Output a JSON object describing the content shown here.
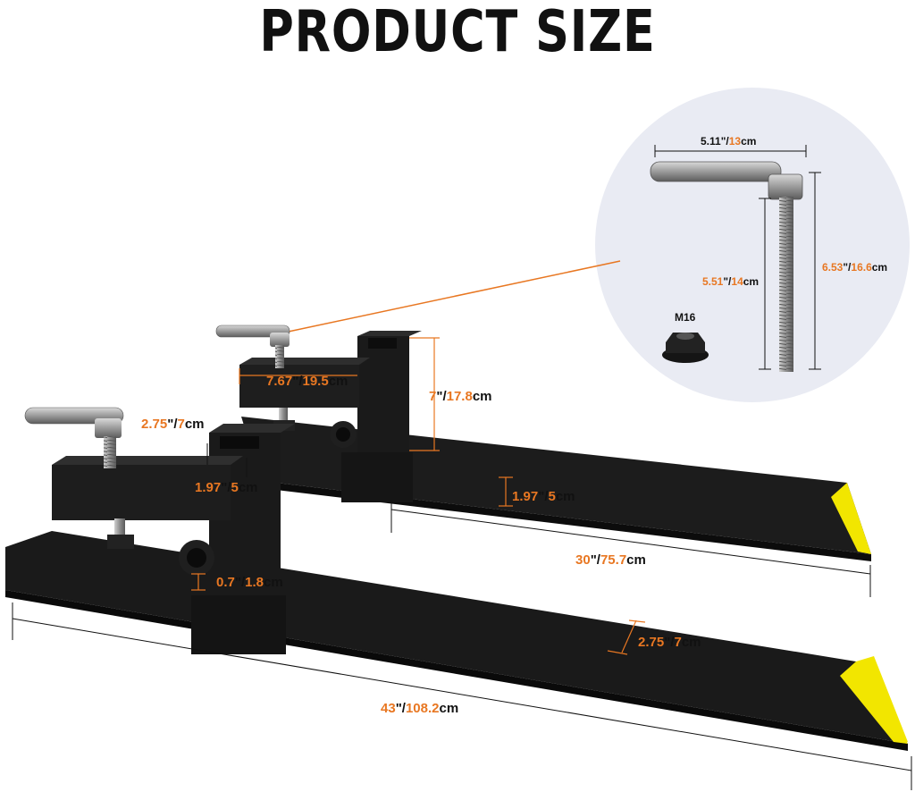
{
  "title": "PRODUCT SIZE",
  "colors": {
    "accent": "#e87722",
    "metal": "#1b1b1b",
    "tip": "#f2e600",
    "circle": "#e9ebf3",
    "dim": "#111111"
  },
  "dimensions": {
    "bolt_length": {
      "inch": "5.11",
      "unit_in": "\"/",
      "cm": "13",
      "unit_cm": "cm"
    },
    "bolt_thread": {
      "inch": "5.51",
      "unit_in": "\"/",
      "cm": "14",
      "unit_cm": "cm"
    },
    "bolt_height": {
      "inch": "6.53",
      "unit_in": "\"/",
      "cm": "16.6",
      "unit_cm": "cm"
    },
    "nut_size": {
      "text": "M16"
    },
    "clamp_length": {
      "inch": "7.67",
      "unit_in": "\"/",
      "cm": "19.5",
      "unit_cm": "cm"
    },
    "upright_height": {
      "inch": "7",
      "unit_in": "\"/",
      "cm": "17.8",
      "unit_cm": "cm"
    },
    "upright_width": {
      "inch": "2.75",
      "unit_in": "\"/",
      "cm": "7",
      "unit_cm": "cm"
    },
    "upright_depth": {
      "inch": "1.97",
      "unit_in": "\"/",
      "cm": "5",
      "unit_cm": "cm"
    },
    "fork_height": {
      "inch": "1.97",
      "unit_in": "\"/",
      "cm": "5",
      "unit_cm": "cm"
    },
    "fork_top_length": {
      "inch": "30",
      "unit_in": "\"/",
      "cm": "75.7",
      "unit_cm": "cm"
    },
    "wall_thickness": {
      "inch": "0.7",
      "unit_in": "\"/",
      "cm": "1.8",
      "unit_cm": "cm"
    },
    "fork_width": {
      "inch": "2.75",
      "unit_in": "\"/",
      "cm": "7",
      "unit_cm": "cm"
    },
    "fork_total_length": {
      "inch": "43",
      "unit_in": "\"/",
      "cm": "108.2",
      "unit_cm": "cm"
    }
  }
}
